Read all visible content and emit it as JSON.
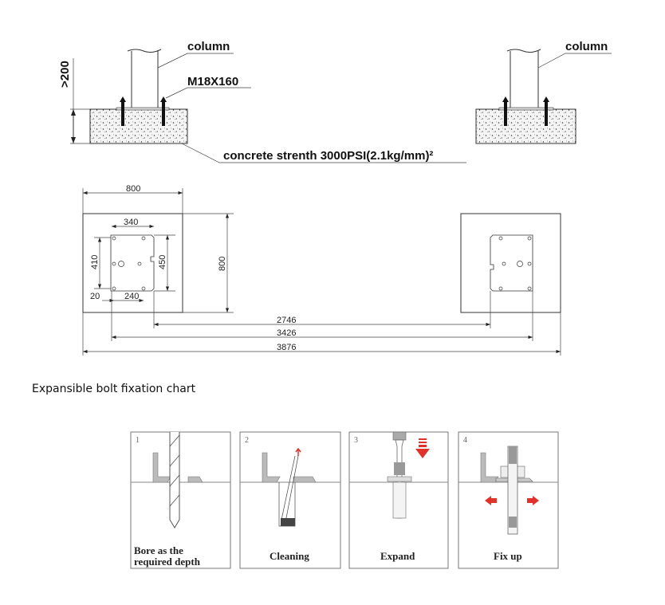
{
  "elevation": {
    "left_column_label": "column",
    "right_column_label": "column",
    "bolt_label": "M18X160",
    "depth_label": ">200",
    "concrete_label": "concrete strenth 3000PSI(2.1kg/mm)²"
  },
  "plan": {
    "foundation_width": "800",
    "foundation_height": "800",
    "plate_width": "340",
    "plate_hole_spacing_v": "410",
    "plate_height": "450",
    "edge_offset": "20",
    "hole_spacing_h": "240",
    "dim_inner": "2746",
    "dim_middle": "3426",
    "dim_outer": "3876"
  },
  "caption": "Expansible bolt fixation chart",
  "steps": [
    {
      "number": "1",
      "label_line1": "Bore as the",
      "label_line2": "required depth"
    },
    {
      "number": "2",
      "label": "Cleaning"
    },
    {
      "number": "3",
      "label": "Expand"
    },
    {
      "number": "4",
      "label": "Fix up"
    }
  ],
  "colors": {
    "arrow_red": "#e0322b",
    "steel_gray": "#b0b0b0"
  }
}
